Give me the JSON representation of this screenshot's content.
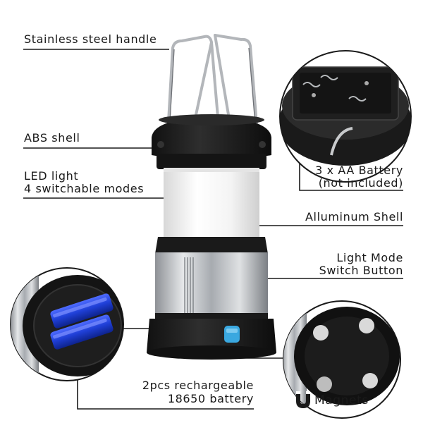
{
  "labels": {
    "handle": "Stainless steel handle",
    "abs_shell": "ABS shell",
    "led_line1": "LED light",
    "led_line2": "4 switchable modes",
    "battery_aa_line1": "3 x AA Battery",
    "battery_aa_line2": "(not included)",
    "aluminum": "Alluminum Shell",
    "switch_line1": "Light Mode",
    "switch_line2": "Switch Button",
    "rechargeable_line1": "2pcs rechargeable",
    "rechargeable_line2": "18650 battery",
    "magnets": "Magnets"
  },
  "colors": {
    "body_black": "#1c1c1c",
    "led_diffuser": "#f2f2f2",
    "aluminum": "#b9bcc0",
    "switch_button": "#3aa8e0",
    "battery_blue": "#1f3fd6",
    "leader_line": "#1a1a1a"
  },
  "icons": {
    "magnet": "magnet-u-icon"
  }
}
